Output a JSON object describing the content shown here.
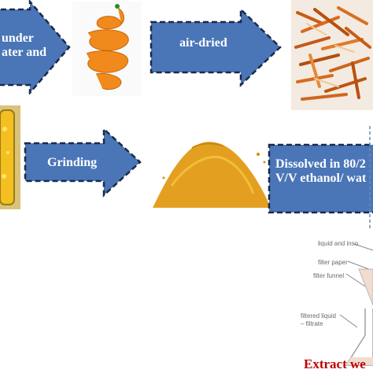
{
  "steps": {
    "wash_label_line1": "under",
    "wash_label_line2": "ater and",
    "dry_label": "air-dried",
    "grind_label": "Grinding",
    "dissolve_label_line1": "Dissolved in 80/2",
    "dissolve_label_line2": "V/V ethanol/ wat"
  },
  "filter_diagram": {
    "liquid_label": "liquid and inso",
    "paper_label": "filter paper",
    "funnel_label": "filter funnel",
    "filtered_label_line1": "filtered liquid",
    "filtered_label_line2": "– filtrate"
  },
  "footer": {
    "extract_label": "Extract we"
  },
  "colors": {
    "arrow_fill": "#4a76b8",
    "arrow_border": "#1b2a46",
    "peel": "#f08a1c",
    "powder": "#e3a020",
    "extract_text": "#c00000"
  }
}
